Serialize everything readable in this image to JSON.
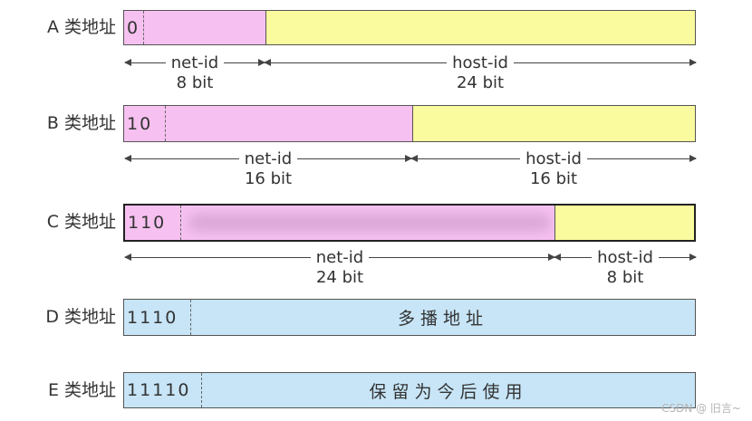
{
  "classes": [
    {
      "id": "a",
      "label": "A 类地址",
      "prefix": "0",
      "net": {
        "name": "net-id",
        "bits": "8 bit"
      },
      "host": {
        "name": "host-id",
        "bits": "24 bit"
      }
    },
    {
      "id": "b",
      "label": "B 类地址",
      "prefix": "10",
      "net": {
        "name": "net-id",
        "bits": "16 bit"
      },
      "host": {
        "name": "host-id",
        "bits": "16 bit"
      }
    },
    {
      "id": "c",
      "label": "C 类地址",
      "prefix": "110",
      "net": {
        "name": "net-id",
        "bits": "24 bit"
      },
      "host": {
        "name": "host-id",
        "bits": "8 bit"
      }
    },
    {
      "id": "d",
      "label": "D 类地址",
      "prefix": "1110",
      "text": "多播地址"
    },
    {
      "id": "e",
      "label": "E 类地址",
      "prefix": "11110",
      "text": "保留为今后使用"
    }
  ],
  "colors": {
    "net": "#f6c1f0",
    "host": "#fafa9e",
    "multicast": "#c7e5f7",
    "reserved": "#c7e5f7"
  },
  "watermark": "CSDN @ 旧言~"
}
